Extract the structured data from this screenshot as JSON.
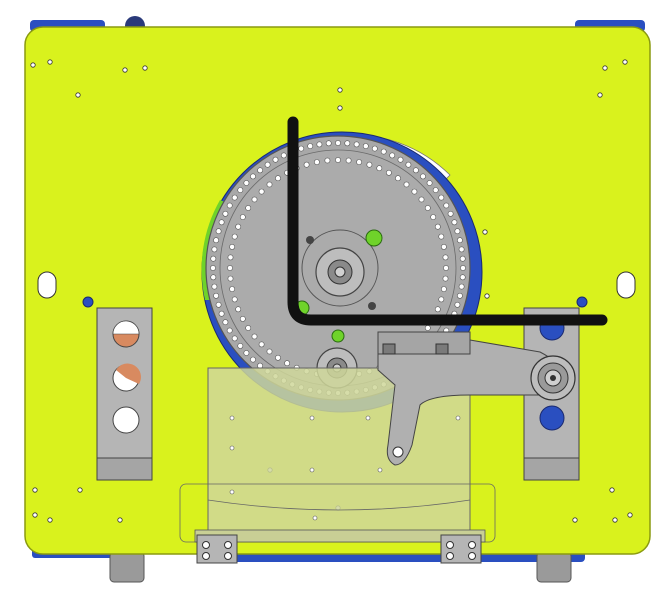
{
  "colors": {
    "panel": "#d9f21d",
    "panel_edge": "#8a9a10",
    "wheel": "#a8a8a8",
    "wheel_edge": "#555555",
    "blue": "#2a4fc0",
    "green": "#6fd32a",
    "bracket": "#b5b5b5",
    "window": "#cfd79a",
    "arm": "#111111",
    "hole": "#ffffff"
  },
  "parts": {
    "base_panel": "base-panel",
    "sample_wheel": "sample-wheel",
    "pivot_arm": "pivot-arm",
    "viewing_window": "viewing-window",
    "left_holder": "left-holder",
    "right_holder": "right-holder"
  }
}
